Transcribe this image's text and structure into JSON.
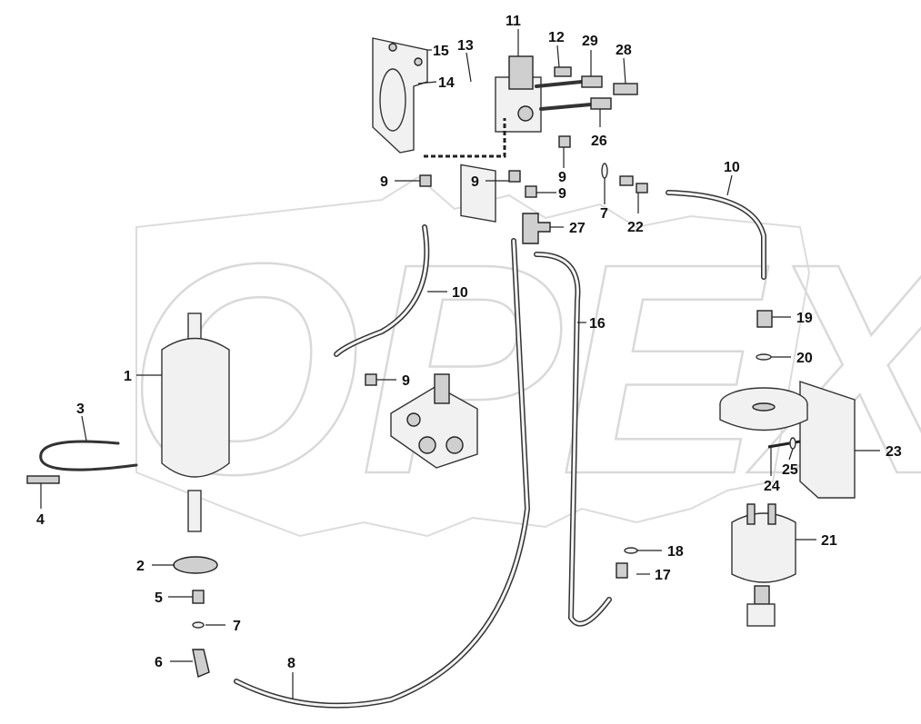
{
  "watermark": {
    "text": "OPEX"
  },
  "callouts": [
    {
      "id": "c1",
      "text": "1"
    },
    {
      "id": "c2",
      "text": "2"
    },
    {
      "id": "c3",
      "text": "3"
    },
    {
      "id": "c4",
      "text": "4"
    },
    {
      "id": "c5",
      "text": "5"
    },
    {
      "id": "c6",
      "text": "6"
    },
    {
      "id": "c7a",
      "text": "7"
    },
    {
      "id": "c7b",
      "text": "7"
    },
    {
      "id": "c8",
      "text": "8"
    },
    {
      "id": "c9a",
      "text": "9"
    },
    {
      "id": "c9b",
      "text": "9"
    },
    {
      "id": "c9c",
      "text": "9"
    },
    {
      "id": "c9d",
      "text": "9"
    },
    {
      "id": "c9e",
      "text": "9"
    },
    {
      "id": "c10a",
      "text": "10"
    },
    {
      "id": "c10b",
      "text": "10"
    },
    {
      "id": "c11",
      "text": "11"
    },
    {
      "id": "c12",
      "text": "12"
    },
    {
      "id": "c13",
      "text": "13"
    },
    {
      "id": "c14",
      "text": "14"
    },
    {
      "id": "c15",
      "text": "15"
    },
    {
      "id": "c16",
      "text": "16"
    },
    {
      "id": "c17",
      "text": "17"
    },
    {
      "id": "c18",
      "text": "18"
    },
    {
      "id": "c19",
      "text": "19"
    },
    {
      "id": "c20",
      "text": "20"
    },
    {
      "id": "c21",
      "text": "21"
    },
    {
      "id": "c22",
      "text": "22"
    },
    {
      "id": "c23",
      "text": "23"
    },
    {
      "id": "c24",
      "text": "24"
    },
    {
      "id": "c25",
      "text": "25"
    },
    {
      "id": "c26",
      "text": "26"
    },
    {
      "id": "c27",
      "text": "27"
    },
    {
      "id": "c28",
      "text": "28"
    },
    {
      "id": "c29",
      "text": "29"
    }
  ]
}
